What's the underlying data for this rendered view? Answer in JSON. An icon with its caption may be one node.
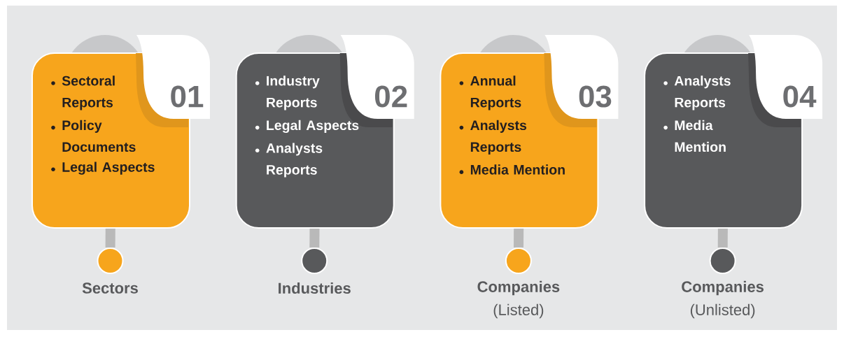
{
  "diagram": {
    "nodes": [
      {
        "text": [
          "Sectoral Reports",
          "Policy Documents",
          "Legal Aspects",
          "01"
        ]
      },
      {
        "text": [],
        "shape": "circle",
        "beside": [
          "Sectors"
        ]
      },
      {
        "text": [
          "Industry Reports",
          "Legal Aspects",
          "Analysts Reports",
          "02"
        ]
      },
      {
        "text": [],
        "shape": "circle",
        "beside": [
          "Industries"
        ]
      },
      {
        "text": [
          "Annual Reports",
          "Analysts Reports",
          "Media Mention",
          "03"
        ]
      },
      {
        "text": [],
        "shape": "circle",
        "beside": [
          "Companies",
          "(Listed)"
        ]
      },
      {
        "text": [
          "Analysts Reports",
          "Media Mention",
          "04"
        ]
      },
      {
        "text": [],
        "shape": "circle",
        "beside": [
          "Companies",
          "(Unlisted)"
        ]
      }
    ],
    "edges": [
      {
        "from": 0,
        "to": 1,
        "arrow": "none"
      },
      {
        "from": 2,
        "to": 3,
        "arrow": "none"
      },
      {
        "from": 4,
        "to": 5,
        "arrow": "none"
      },
      {
        "from": 6,
        "to": 7,
        "arrow": "none"
      }
    ]
  }
}
